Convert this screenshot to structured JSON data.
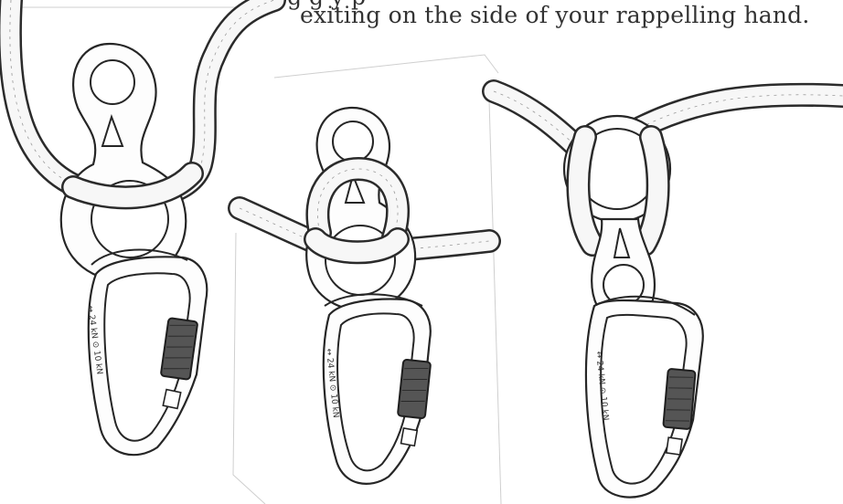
{
  "caption": {
    "partial_line": "y        g   g   y     p",
    "line": "exiting on the side of your rappelling hand."
  },
  "panels": [
    {
      "name": "panel-1",
      "carabiner_marking": "↔ 24 kN  ⊙ 10 kN"
    },
    {
      "name": "panel-2",
      "carabiner_marking": "↔ 24 kN  ⊙ 10 kN"
    },
    {
      "name": "panel-3",
      "carabiner_marking": "↔ 24 kN  ⊙ 10 kN"
    }
  ],
  "colors": {
    "ink": "#262626",
    "paper": "#ffffff",
    "gate_sleeve": "#555555"
  }
}
